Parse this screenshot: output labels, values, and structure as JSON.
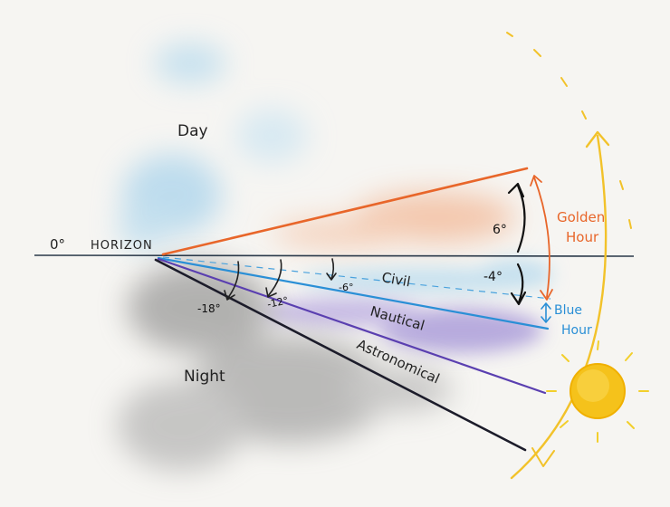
{
  "labels": {
    "day": "Day",
    "night": "Night",
    "zero": "0°",
    "horizon": "HORIZON",
    "golden_hour_line1": "Golden",
    "golden_hour_line2": "Hour",
    "blue_hour_line1": "Blue",
    "blue_hour_line2": "Hour",
    "angle_6": "6°",
    "angle_neg4": "-4°",
    "angle_neg6": "-6°",
    "angle_neg12": "-12°",
    "angle_neg18": "-18°",
    "civil": "Civil",
    "nautical": "Nautical",
    "astronomical": "Astronomical"
  },
  "colors": {
    "background": "#f6f5f2",
    "horizon_line": "#2b3a4a",
    "golden": "#e8662a",
    "blue": "#2a8fd6",
    "nautical": "#5a3fb0",
    "astronomical": "#1c1c2a",
    "sun": "#f5c21b",
    "sun_rays": "#f2cf2c",
    "day_wash": "#9fd0ec",
    "night_wash": "#9a9a9a"
  },
  "icons": {
    "sun": "sun-icon",
    "sun_path": "curved-arrow-icon"
  }
}
